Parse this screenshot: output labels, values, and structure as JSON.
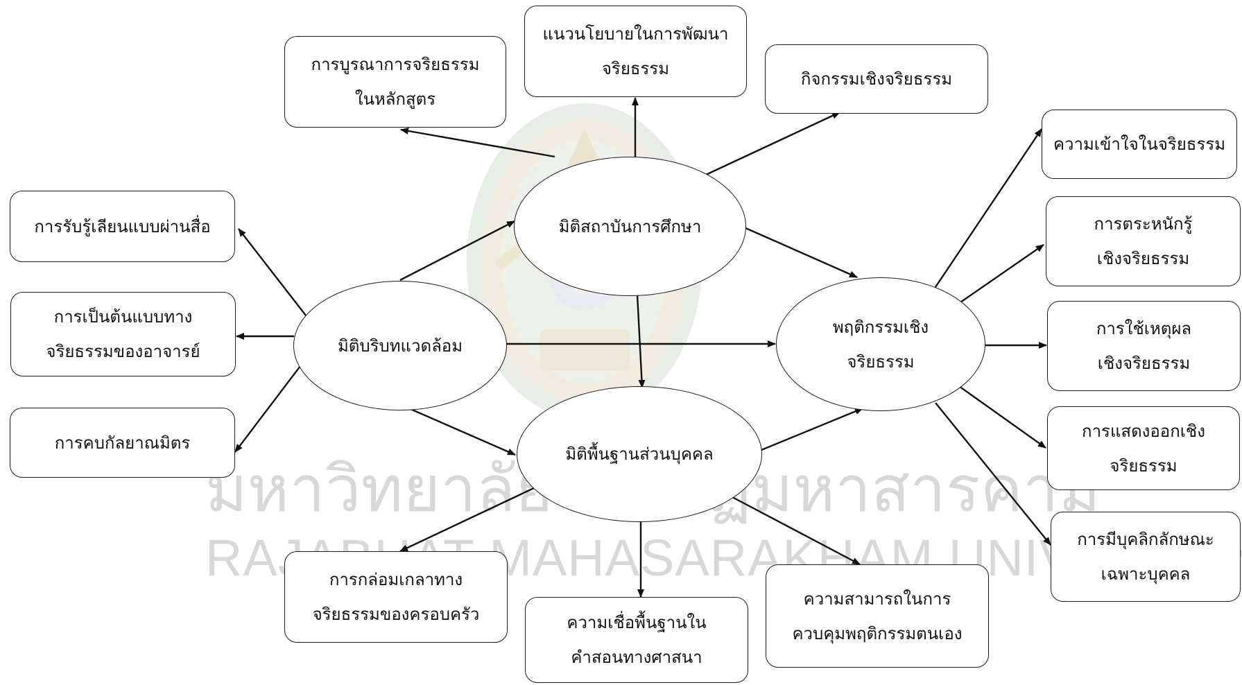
{
  "diagram": {
    "watermark": {
      "thai": "มหาวิทยาลัยราชภัฏมหาสารคาม",
      "english": "RAJABHAT MAHASARAKHAM UNIVERSITY"
    },
    "hubs": {
      "institution": [
        "มิติสถาบันการศึกษา"
      ],
      "environment": [
        "มิติบริบทแวดล้อม"
      ],
      "personal": [
        "มิติพื้นฐานส่วนบุคคล"
      ],
      "behavior": [
        "พฤติกรรมเชิง",
        "จริยธรรม"
      ]
    },
    "institution_factors": {
      "curriculum": [
        "การบูรณาการจริยธรรม",
        "ในหลักสูตร"
      ],
      "policy": [
        "แนวนโยบายในการพัฒนา",
        "จริยธรรม"
      ],
      "activities": [
        "กิจกรรมเชิงจริยธรรม"
      ]
    },
    "environment_factors": {
      "media": [
        "การรับรู้เลียนแบบผ่านสื่อ"
      ],
      "teacher_model": [
        "การเป็นต้นแบบทาง",
        "จริยธรรมของอาจารย์"
      ],
      "friends": [
        "การคบกัลยาณมิตร"
      ]
    },
    "personal_factors": {
      "family": [
        "การกล่อมเกลาทาง",
        "จริยธรรมของครอบครัว"
      ],
      "religion": [
        "ความเชื่อพื้นฐานใน",
        "คำสอนทางศาสนา"
      ],
      "self_control": [
        "ความสามารถในการ",
        "ควบคุมพฤติกรรมตนเอง"
      ]
    },
    "behavior_components": {
      "understanding": [
        "ความเข้าใจในจริยธรรม"
      ],
      "awareness": [
        "การตระหนักรู้",
        "เชิงจริยธรรม"
      ],
      "reasoning": [
        "การใช้เหตุผล",
        "เชิงจริยธรรม"
      ],
      "expression": [
        "การแสดงออกเชิง",
        "จริยธรรม"
      ],
      "personality": [
        "การมีบุคลิกลักษณะ",
        "เฉพาะบุคคล"
      ]
    }
  }
}
